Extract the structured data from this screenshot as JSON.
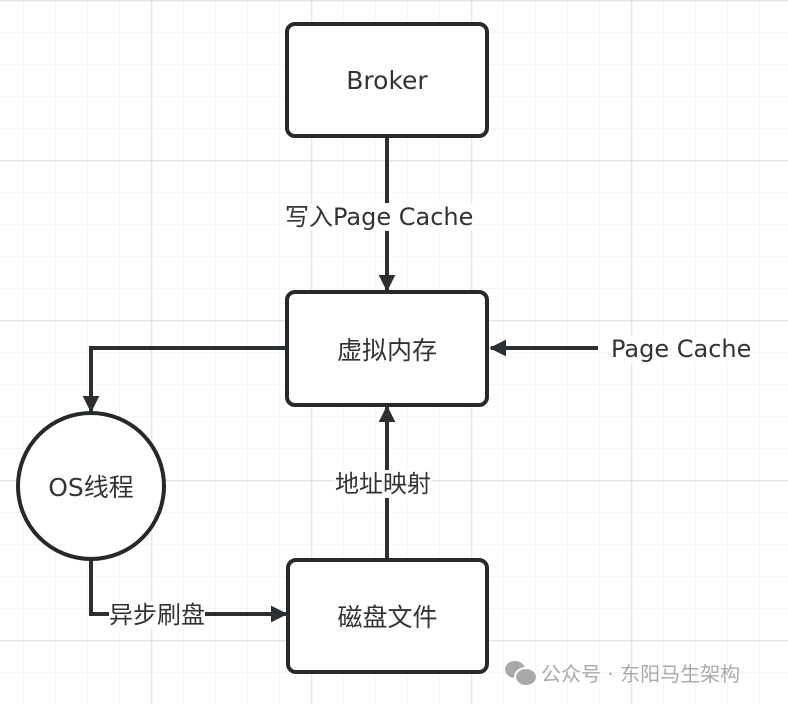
{
  "diagram": {
    "nodes": {
      "broker": "Broker",
      "virtual_memory": "虚拟内存",
      "os_thread": "OS线程",
      "disk_file": "磁盘文件"
    },
    "edges": {
      "broker_to_vm": "写入Page Cache",
      "page_cache_to_vm": "Page Cache",
      "disk_to_vm": "地址映射",
      "thread_to_disk": "异步刷盘"
    },
    "colors": {
      "stroke": "#25292b",
      "text": "#333333",
      "grid": "#efefef",
      "watermark": "#aaaaaa"
    }
  },
  "watermark": {
    "icon": "wechat-icon",
    "text": "公众号 · 东阳马生架构"
  }
}
